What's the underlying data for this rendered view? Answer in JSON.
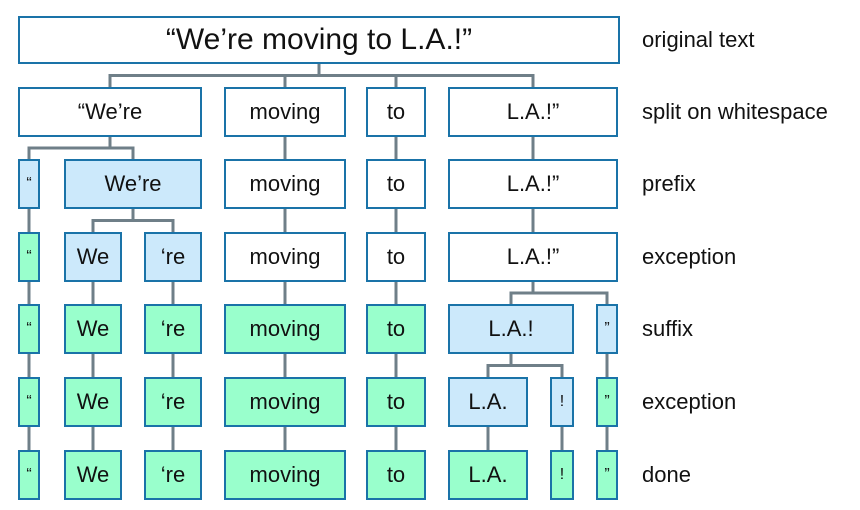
{
  "colors": {
    "border": "#1a73a8",
    "connector": "#6f7f88",
    "plain_fill": "#ffffff",
    "active_fill": "#cce9fb",
    "done_fill": "#99ffcc"
  },
  "rows": [
    {
      "id": "r0",
      "label": "original text",
      "tokens": [
        {
          "text": "“We’re moving to L.A.!”",
          "state": "plain"
        }
      ]
    },
    {
      "id": "r1",
      "label": "split on whitespace",
      "tokens": [
        {
          "text": "“We’re",
          "state": "plain"
        },
        {
          "text": "moving",
          "state": "plain"
        },
        {
          "text": "to",
          "state": "plain"
        },
        {
          "text": "L.A.!”",
          "state": "plain"
        }
      ]
    },
    {
      "id": "r2",
      "label": "prefix",
      "tokens": [
        {
          "text": "“",
          "state": "active"
        },
        {
          "text": "We’re",
          "state": "active"
        },
        {
          "text": "moving",
          "state": "plain"
        },
        {
          "text": "to",
          "state": "plain"
        },
        {
          "text": "L.A.!”",
          "state": "plain"
        }
      ]
    },
    {
      "id": "r3",
      "label": "exception",
      "tokens": [
        {
          "text": "“",
          "state": "done"
        },
        {
          "text": "We",
          "state": "active"
        },
        {
          "text": "‘re",
          "state": "active"
        },
        {
          "text": "moving",
          "state": "plain"
        },
        {
          "text": "to",
          "state": "plain"
        },
        {
          "text": "L.A.!”",
          "state": "plain"
        }
      ]
    },
    {
      "id": "r4",
      "label": "suffix",
      "tokens": [
        {
          "text": "“",
          "state": "done"
        },
        {
          "text": "We",
          "state": "done"
        },
        {
          "text": "‘re",
          "state": "done"
        },
        {
          "text": "moving",
          "state": "done"
        },
        {
          "text": "to",
          "state": "done"
        },
        {
          "text": "L.A.!",
          "state": "active"
        },
        {
          "text": "”",
          "state": "active"
        }
      ]
    },
    {
      "id": "r5",
      "label": "exception",
      "tokens": [
        {
          "text": "“",
          "state": "done"
        },
        {
          "text": "We",
          "state": "done"
        },
        {
          "text": "‘re",
          "state": "done"
        },
        {
          "text": "moving",
          "state": "done"
        },
        {
          "text": "to",
          "state": "done"
        },
        {
          "text": "L.A.",
          "state": "active"
        },
        {
          "text": "!",
          "state": "active"
        },
        {
          "text": "”",
          "state": "done"
        }
      ]
    },
    {
      "id": "r6",
      "label": "done",
      "tokens": [
        {
          "text": "“",
          "state": "done"
        },
        {
          "text": "We",
          "state": "done"
        },
        {
          "text": "‘re",
          "state": "done"
        },
        {
          "text": "moving",
          "state": "done"
        },
        {
          "text": "to",
          "state": "done"
        },
        {
          "text": "L.A.",
          "state": "done"
        },
        {
          "text": "!",
          "state": "done"
        },
        {
          "text": "”",
          "state": "done"
        }
      ]
    }
  ]
}
